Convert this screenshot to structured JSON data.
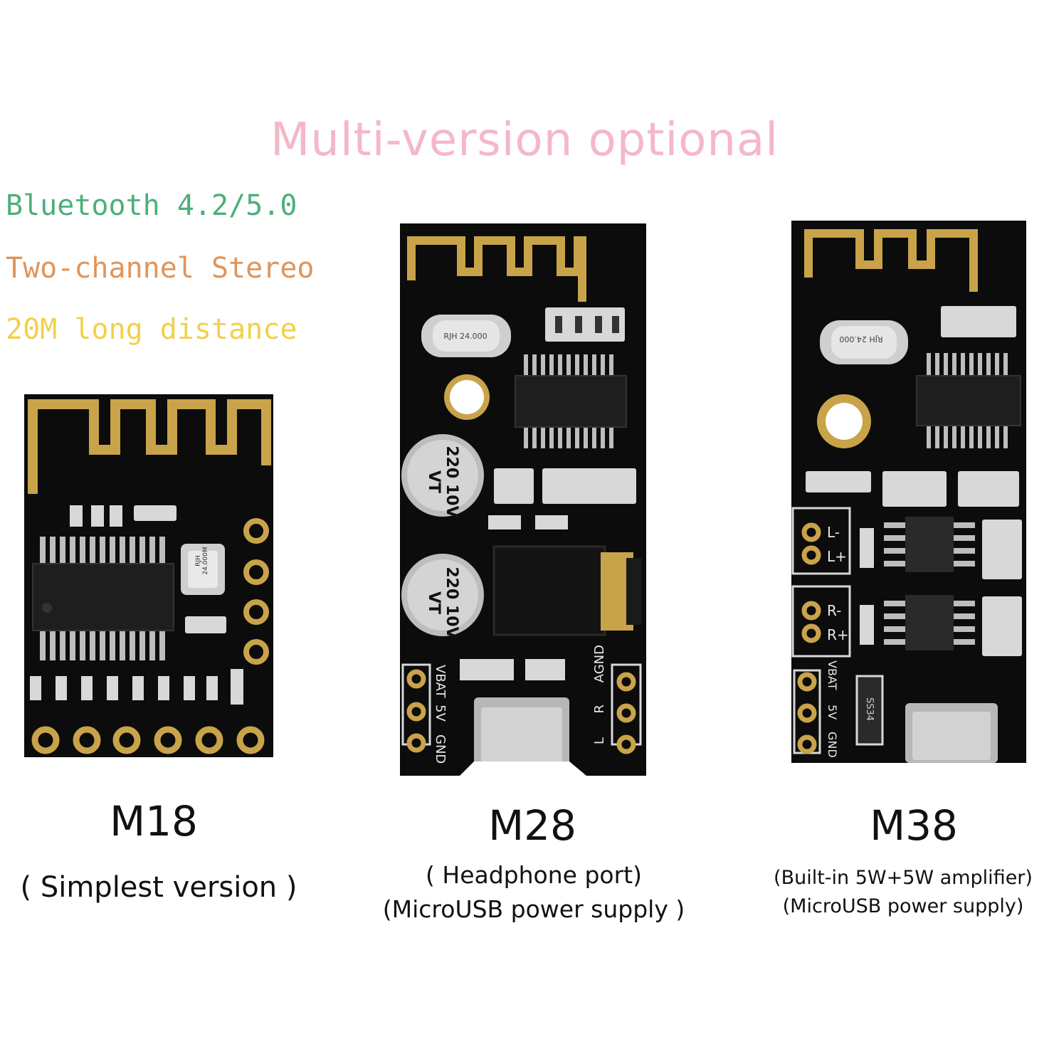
{
  "headline": "Multi-version optional",
  "features": [
    {
      "text": "Bluetooth 4.2/5.0",
      "color": "#4caf7a"
    },
    {
      "text": "Two-channel Stereo",
      "color": "#e0955a"
    },
    {
      "text": "20M long distance",
      "color": "#f2d04a"
    }
  ],
  "colors": {
    "pcb": "#0c0c0c",
    "gold": "#c9a34a",
    "ic": "#1e1e1e",
    "pin": "#b8b8b8"
  },
  "boards": {
    "m18": {
      "model": "M18",
      "note_lines": [
        "( Simplest version )"
      ],
      "crystal": "RJH 24.000M"
    },
    "m28": {
      "model": "M28",
      "note_lines": [
        "( Headphone port)",
        "(MicroUSB power supply )"
      ],
      "crystal": "RJH 24.000",
      "cap1": "220 10V VT",
      "cap2": "220 10V VT",
      "pins_left": [
        "VBAT",
        "5V",
        "GND"
      ],
      "pins_right": [
        "AGND",
        "R",
        "L"
      ]
    },
    "m38": {
      "model": "M38",
      "note_lines": [
        "(Built-in 5W+5W amplifier)",
        "(MicroUSB power supply)"
      ],
      "crystal": "RJH 24.000",
      "spk_left": [
        "L-",
        "L+"
      ],
      "spk_right": [
        "R-",
        "R+"
      ],
      "pins_left": [
        "VBAT",
        "5V",
        "GND"
      ],
      "diode": "SS34"
    }
  }
}
